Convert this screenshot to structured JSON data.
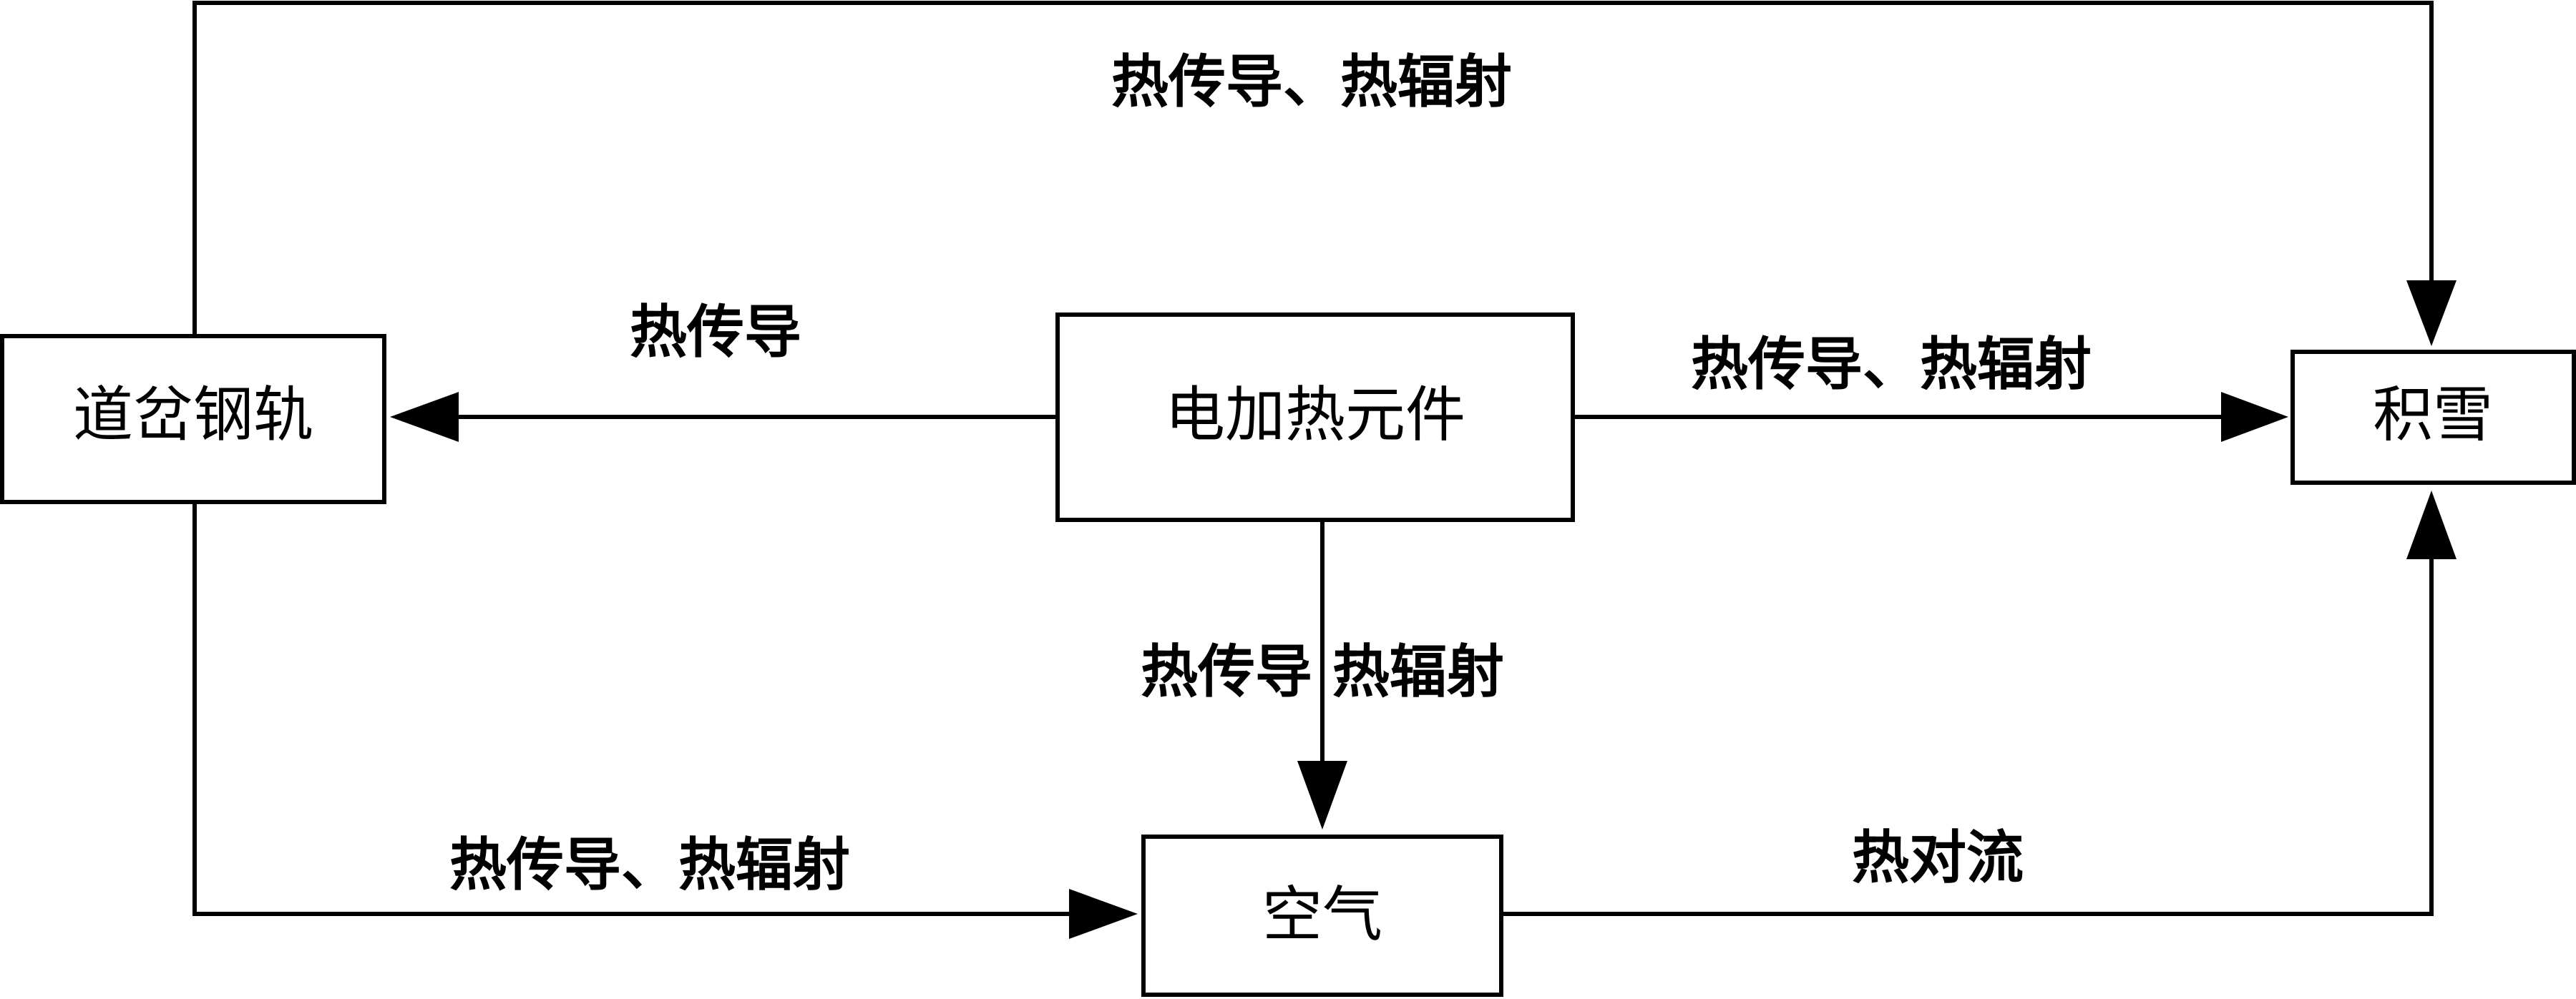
{
  "nodes": {
    "rail": "道岔钢轨",
    "heater": "电加热元件",
    "snow": "积雪",
    "air": "空气"
  },
  "edges": {
    "rail_to_snow": "热传导、热辐射",
    "heater_to_rail": "热传导",
    "heater_to_snow": "热传导、热辐射",
    "heater_to_air": "热传导 热辐射",
    "rail_to_air": "热传导、热辐射",
    "air_to_snow": "热对流"
  },
  "colors": {
    "stroke": "#000000",
    "background": "#ffffff"
  }
}
